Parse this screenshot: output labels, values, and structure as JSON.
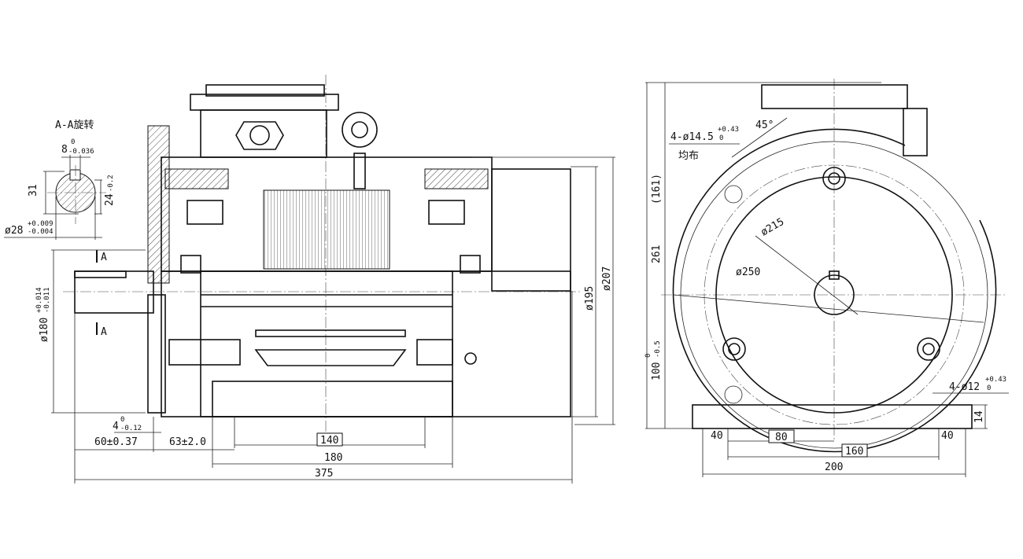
{
  "section_view": {
    "title": "A-A旋转",
    "key_width": "8",
    "key_width_tol_upper": "0",
    "key_width_tol_lower": "-0.036",
    "key_height": "31",
    "shaft_depth": "24",
    "shaft_depth_tol_upper": "0",
    "shaft_depth_tol_lower": "-0.2",
    "shaft_dia": "ø28",
    "shaft_dia_tol_upper": "+0.009",
    "shaft_dia_tol_lower": "-0.004"
  },
  "side_view": {
    "section_mark_top": "A",
    "section_mark_bottom": "A",
    "spigot_dia": "ø180",
    "spigot_tol_upper": "+0.014",
    "spigot_tol_lower": "-0.011",
    "flange_thk": "4",
    "flange_thk_tol_upper": "0",
    "flange_thk_tol_lower": "-0.12",
    "shaft_len": "60±0.37",
    "shaft_to_foot": "63±2.0",
    "foot_inner": "140",
    "foot_span": "180",
    "total_len": "375",
    "dia_195": "ø195",
    "dia_207": "ø207"
  },
  "end_view": {
    "hole_label": "4-ø14.5",
    "hole_tol_upper": "+0.43",
    "hole_tol_lower": "0",
    "hole_note": "均布",
    "angle": "45°",
    "height_ref": "(161)",
    "total_height": "261",
    "center_height": "100",
    "center_height_tol_upper": "0",
    "center_height_tol_lower": "-0.5",
    "pcd": "ø215",
    "flange_dia": "ø250",
    "foot_hole_label": "4-ø12",
    "foot_hole_tol_upper": "+0.43",
    "foot_hole_tol_lower": "0",
    "foot_thk": "14",
    "foot_edge_left": "40",
    "foot_edge_right": "40",
    "half_width": "80",
    "foot_width": "160",
    "total_width": "200"
  }
}
